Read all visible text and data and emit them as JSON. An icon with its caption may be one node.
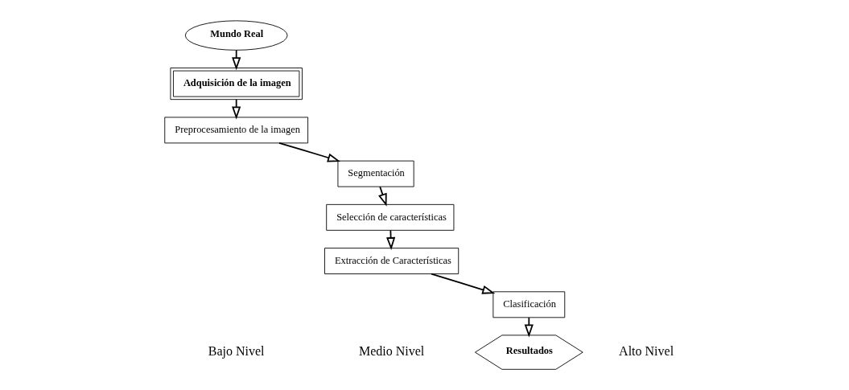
{
  "diagram": {
    "nodes": [
      {
        "text": [
          "Mundo Real"
        ]
      },
      {
        "text": [
          "Adquisición de la imagen"
        ]
      },
      {
        "text": [
          "Preprocesamiento de la imagen"
        ]
      },
      {
        "text": [
          "Segmentación"
        ]
      },
      {
        "text": [
          "Selección de características"
        ]
      },
      {
        "text": [
          "Extracción de Características"
        ]
      },
      {
        "text": [
          "Clasificación"
        ]
      },
      {
        "text": [
          "Resultados"
        ]
      }
    ],
    "edges": [
      {
        "from": 0,
        "to": 1,
        "arrow": "to"
      },
      {
        "from": 1,
        "to": 2,
        "arrow": "to"
      },
      {
        "from": 2,
        "to": 3,
        "arrow": "to"
      },
      {
        "from": 3,
        "to": 4,
        "arrow": "to"
      },
      {
        "from": 4,
        "to": 5,
        "arrow": "to"
      },
      {
        "from": 5,
        "to": 6,
        "arrow": "to"
      },
      {
        "from": 6,
        "to": 7,
        "arrow": "to"
      }
    ],
    "labels": [
      "Bajo Nivel",
      "Medio Nivel",
      "Alto Nivel"
    ]
  }
}
